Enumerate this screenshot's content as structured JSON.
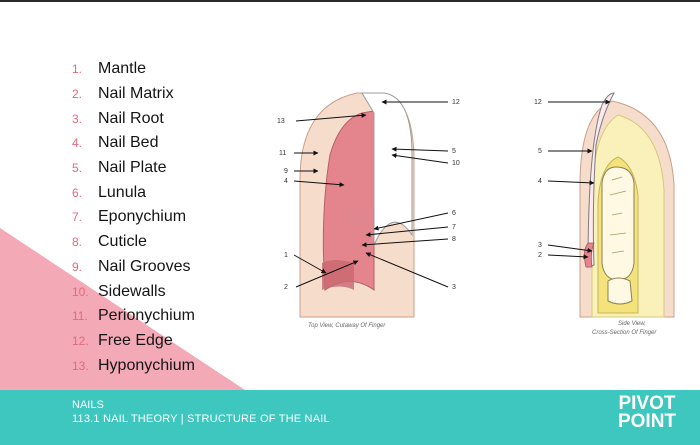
{
  "items": [
    {
      "num": "1.",
      "label": "Mantle"
    },
    {
      "num": "2.",
      "label": "Nail Matrix"
    },
    {
      "num": "3.",
      "label": "Nail Root"
    },
    {
      "num": "4.",
      "label": "Nail Bed"
    },
    {
      "num": "5.",
      "label": "Nail Plate"
    },
    {
      "num": "6.",
      "label": "Lunula"
    },
    {
      "num": "7.",
      "label": "Eponychium"
    },
    {
      "num": "8.",
      "label": "Cuticle"
    },
    {
      "num": "9.",
      "label": "Nail Grooves"
    },
    {
      "num": "10.",
      "label": "Sidewalls"
    },
    {
      "num": "11.",
      "label": "Perionychium"
    },
    {
      "num": "12.",
      "label": "Free Edge"
    },
    {
      "num": "13.",
      "label": "Hyponychium"
    }
  ],
  "diagram": {
    "top_caption": "Top View, Cutaway Of Finger",
    "side_caption_1": "Side View,",
    "side_caption_2": "Cross-Section Of Finger",
    "top_labels": {
      "l13": "13",
      "l11": "11",
      "l9": "9",
      "l4": "4",
      "l1": "1",
      "l2": "2",
      "r12": "12",
      "r5": "5",
      "r10": "10",
      "r6": "6",
      "r7": "7",
      "r8": "8",
      "r3": "3"
    },
    "side_labels": {
      "l12": "12",
      "l5": "5",
      "l4": "4",
      "l3": "3",
      "l2": "2"
    }
  },
  "footer": {
    "line1": "NAILS",
    "line2": "113.1 NAIL THEORY  |  STRUCTURE OF THE NAIL",
    "logo_line1": "PIVOT",
    "logo_line2": "POINT"
  },
  "colors": {
    "accent": "#3ec7bf",
    "triangle": "#f3a9b6",
    "numbers": "#e36a7c"
  }
}
